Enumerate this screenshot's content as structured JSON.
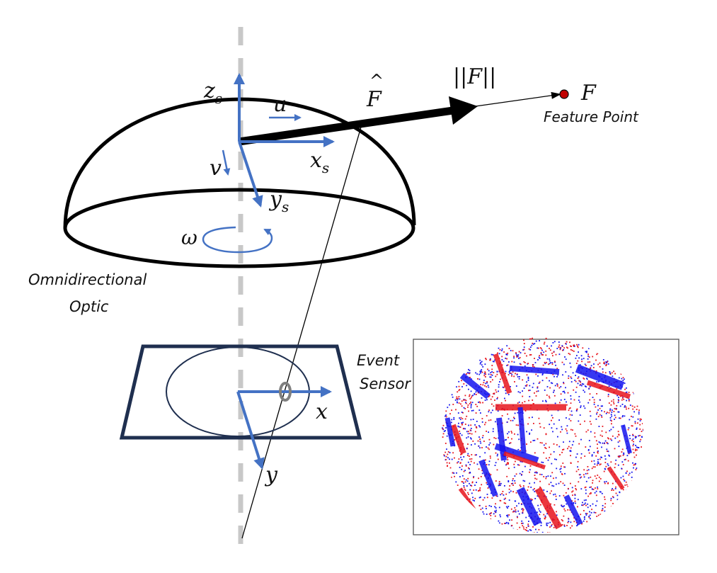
{
  "labels": {
    "zs": "z",
    "zs_sub": "s",
    "xs": "x",
    "xs_sub": "s",
    "ys": "y",
    "ys_sub": "s",
    "u": "u",
    "v": "v",
    "omega": "ω",
    "f_hat": "F",
    "f_hat_accent": "^",
    "norm_f": "||F||",
    "f": "F",
    "feature_point": "Feature Point",
    "optic_line1": "Omnidirectional",
    "optic_line2": "Optic",
    "sensor_line1": "Event",
    "sensor_line2": "Sensor",
    "x": "x",
    "y": "y"
  },
  "colors": {
    "axis_blue": "#4472c4",
    "outline_black": "#000000",
    "sensor_navy": "#1f2f4f",
    "dashed_axis_gray": "#c8c8c8",
    "pixel_marker_gray": "#7f7f7f",
    "feature_point_red": "#c00000",
    "event_red": "#e8141c",
    "event_blue": "#1414ee"
  }
}
